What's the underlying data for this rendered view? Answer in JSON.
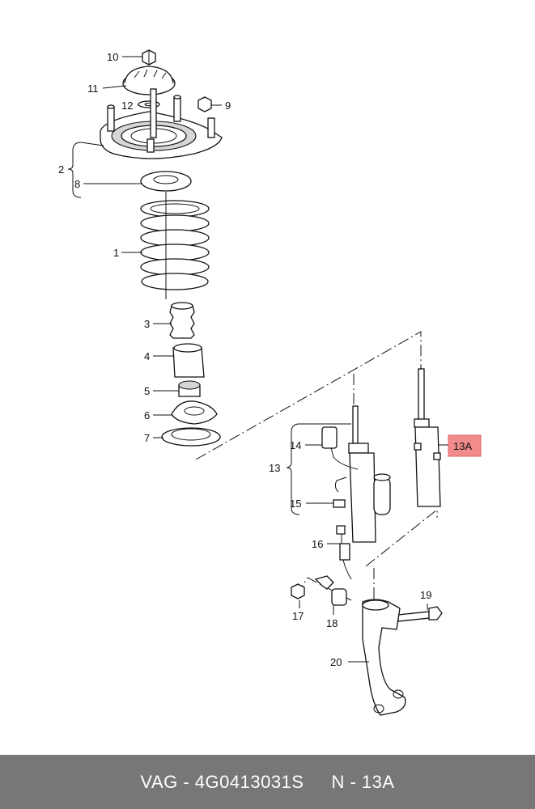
{
  "callouts": {
    "c1": "1",
    "c2": "2",
    "c3": "3",
    "c4": "4",
    "c5": "5",
    "c6": "6",
    "c7": "7",
    "c8": "8",
    "c9": "9",
    "c10": "10",
    "c11": "11",
    "c12": "12",
    "c13": "13",
    "c13a": "13A",
    "c14": "14",
    "c15": "15",
    "c16": "16",
    "c17": "17",
    "c18": "18",
    "c19": "19",
    "c20": "20"
  },
  "highlight_color": "#f28c8c",
  "footer": {
    "part_number": "VAG - 4G0413031S",
    "reference": "N - 13A"
  }
}
